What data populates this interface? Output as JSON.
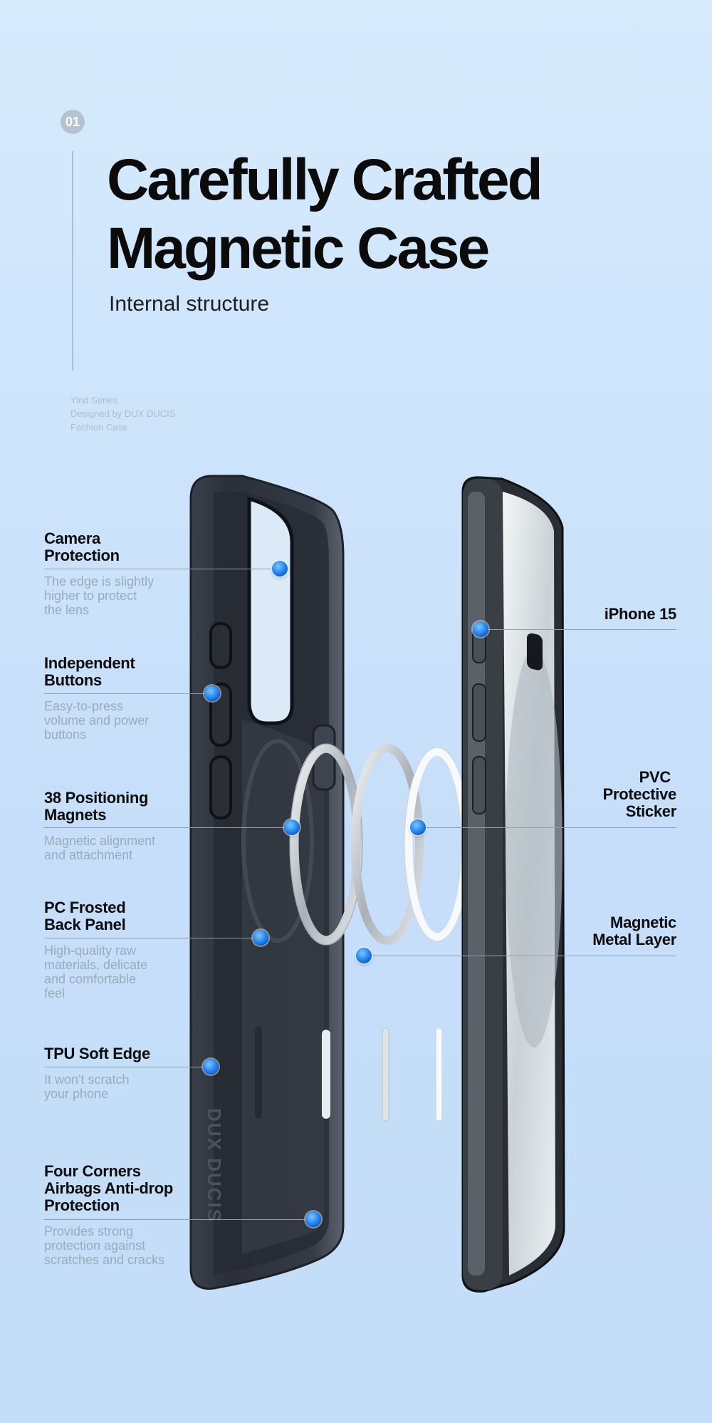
{
  "header": {
    "number": "01",
    "title_line1": "Carefully Crafted",
    "title_line2": "Magnetic Case",
    "subtitle": "Internal structure",
    "note_line1": "Yind Series",
    "note_line2": "Designed by DUX DUCIS",
    "note_line3": "Fashion Case"
  },
  "brand_watermark": "DUX DUCIS",
  "left_annotations": [
    {
      "title": [
        "Camera",
        "Protection"
      ],
      "desc": [
        "The edge is slightly",
        "higher to protect",
        "the lens"
      ]
    },
    {
      "title": [
        "Independent",
        "Buttons"
      ],
      "desc": [
        "Easy-to-press",
        "volume and power",
        "buttons"
      ]
    },
    {
      "title": [
        "38 Positioning",
        "Magnets"
      ],
      "desc": [
        "Magnetic alignment",
        "and attachment"
      ]
    },
    {
      "title": [
        "PC Frosted",
        "Back Panel"
      ],
      "desc": [
        "High-quality raw",
        "materials, delicate",
        "and comfortable",
        "feel"
      ]
    },
    {
      "title": [
        "TPU Soft Edge"
      ],
      "desc": [
        "It won't scratch",
        "your phone"
      ]
    },
    {
      "title": [
        "Four Corners",
        "Airbags Anti-drop",
        "Protection"
      ],
      "desc": [
        "Provides strong",
        "protection against",
        "scratches and cracks"
      ]
    }
  ],
  "right_annotations": [
    {
      "title": [
        "iPhone 15"
      ]
    },
    {
      "title": [
        "PVC",
        "Protective",
        "Sticker"
      ]
    },
    {
      "title": [
        "Magnetic",
        "Metal Layer"
      ]
    }
  ],
  "colors": {
    "background": "#cde4fb",
    "case": "#2f3540",
    "marker": "#1f7fe6",
    "annotation_heading": "#0c0c0c",
    "annotation_body": "#9aabbb"
  }
}
